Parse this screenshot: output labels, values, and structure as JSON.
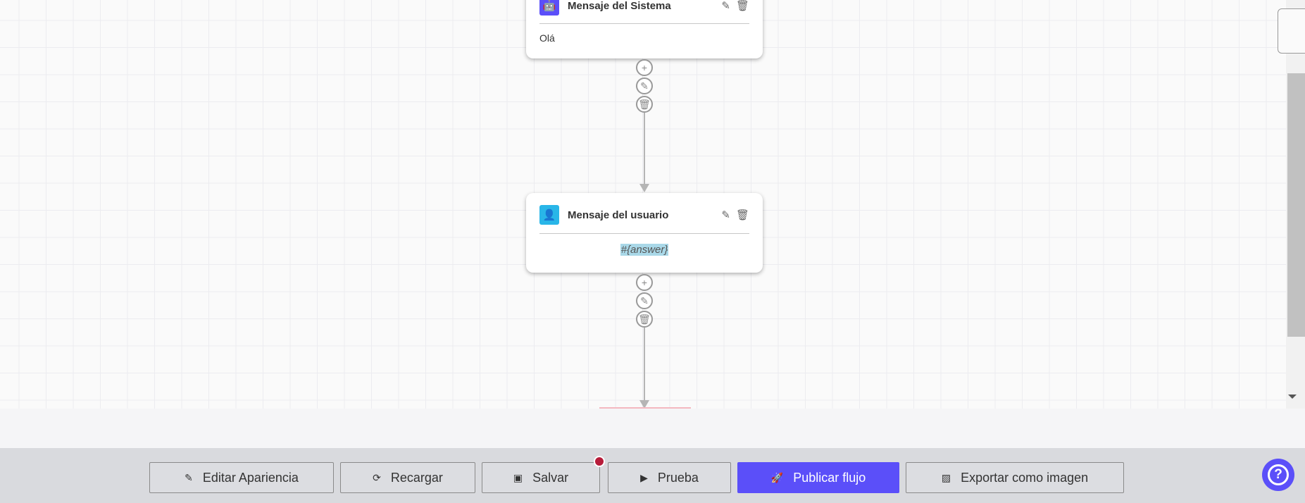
{
  "nodes": [
    {
      "title": "Mensaje del Sistema",
      "body": "Olá",
      "icon": "robot-icon",
      "icon_color": "#5b4ff9"
    },
    {
      "title": "Mensaje del usuario",
      "body": "#{answer}",
      "icon": "user-icon",
      "icon_color": "#29b6e8"
    }
  ],
  "toolbar": {
    "edit_appearance": "Editar Apariencia",
    "reload": "Recargar",
    "save": "Salvar",
    "test": "Prueba",
    "publish": "Publicar flujo",
    "export": "Exportar como imagen"
  },
  "colors": {
    "accent": "#5b4ff9",
    "unsaved_dot": "#b71c3a"
  },
  "help": {
    "label": "?"
  }
}
